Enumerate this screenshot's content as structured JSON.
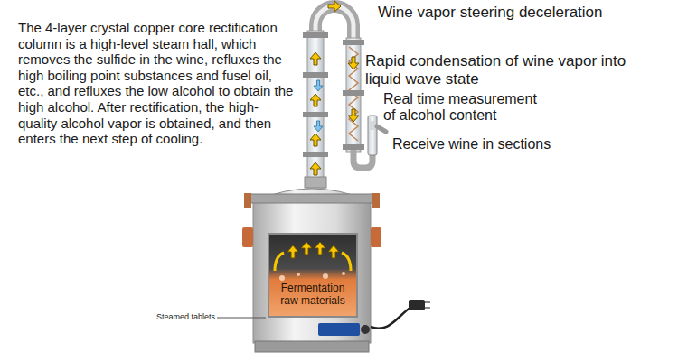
{
  "diagram": {
    "nodes": [
      {
        "text": [
          "Fermentation raw materials"
        ]
      }
    ],
    "labels": [
      "The 4-layer crystal copper core rectification column is a high-level steam hall, which removes the sulfide in the wine, refluxes the high boiling point substances and fusel oil, etc., and refluxes the low alcohol to obtain the high alcohol. After rectification, the high-quality alcohol vapor is obtained, and then enters the next step of cooling.",
      "Wine vapor steering deceleration",
      "Rapid condensation of wine vapor into liquid wave state",
      "Real time measurement of alcohol content",
      "Receive wine in sections",
      "Steamed tablets"
    ]
  }
}
